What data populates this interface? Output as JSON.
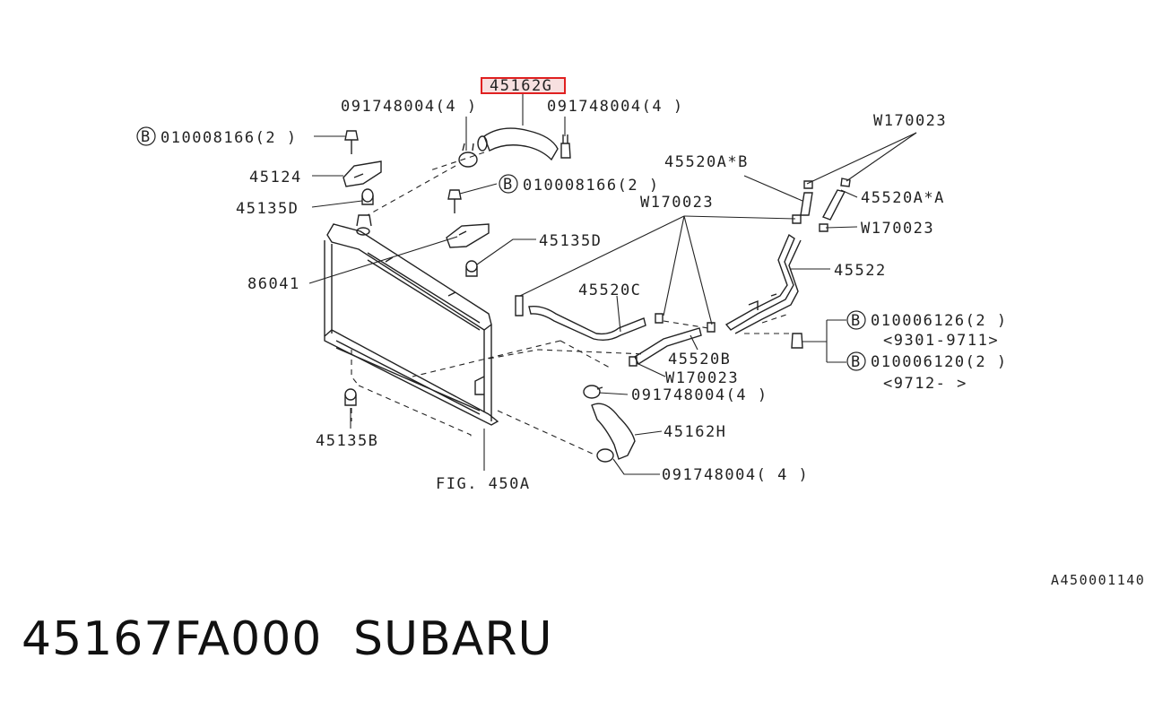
{
  "diagram": {
    "labels": {
      "hl_45162g": "45162G",
      "clamp_a": "091748004(4 )",
      "clamp_b": "091748004(4 )",
      "bolt_top": "010008166(2 )",
      "bracket_45124": "45124",
      "cushion_a": "45135D",
      "cushion_b": "45135D",
      "bolt_mid": "010008166(2 )",
      "radiator": "86041",
      "cushion_lower": "45135B",
      "fig_ref": "FIG. 450A",
      "w_top": "W170023",
      "hose_45520ab": "45520A*B",
      "hose_45520aa": "45520A*A",
      "w_mid": "W170023",
      "w_right": "W170023",
      "pipe_45522": "45522",
      "hose_45520c": "45520C",
      "bolt_r1": "010006126(2 )",
      "range_r1": "<9301-9711>",
      "bolt_r2": "010006120(2 )",
      "range_r2": "<9712- >",
      "hose_45520b": "45520B",
      "w_low": "W170023",
      "clamp_c": "091748004(4 )",
      "hose_45162h": "45162H",
      "clamp_d": "091748004( 4 )",
      "code": "A450001140",
      "b_mark": "B"
    },
    "highlight_color": "#e02020"
  },
  "footer": {
    "part_number": "45167FA000",
    "brand": "SUBARU"
  }
}
